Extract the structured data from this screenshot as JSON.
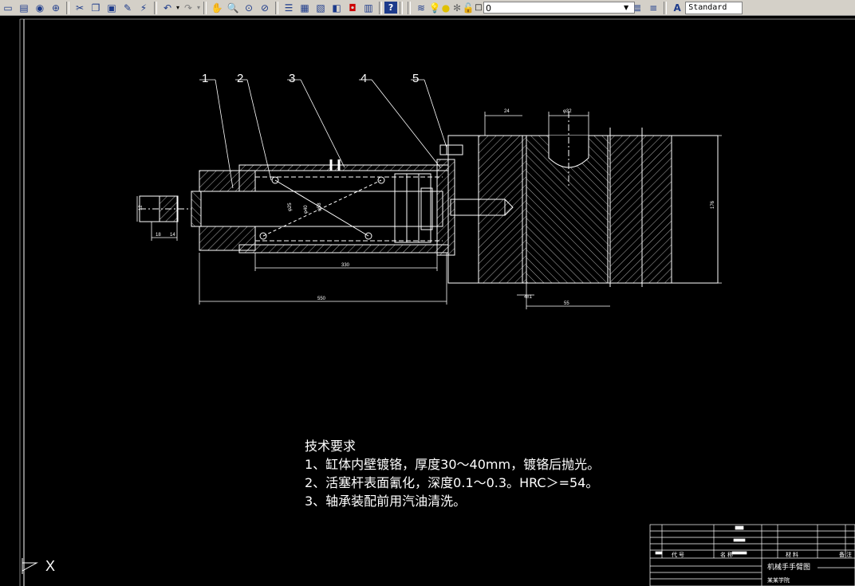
{
  "toolbar": {
    "icons": [
      "new-icon",
      "open-icon",
      "save-icon",
      "plot-icon",
      "cut-icon",
      "copy-icon",
      "paste-icon",
      "match-properties-icon",
      "brush-icon",
      "undo-icon",
      "redo-icon",
      "pan-icon",
      "zoom-realtime-icon",
      "zoom-window-icon",
      "zoom-previous-icon",
      "properties-icon",
      "design-center-icon",
      "tool-palette-icon",
      "sheetset-icon",
      "markup-icon",
      "calculator-icon",
      "help-icon",
      "layer-manager-icon",
      "lightbulb-icon",
      "sun-icon",
      "freeze-icon",
      "lock-icon",
      "color-swatch-icon"
    ],
    "layer_name": "0",
    "text_style": "Standard"
  },
  "drawing": {
    "balloons": [
      "1",
      "2",
      "3",
      "4",
      "5"
    ],
    "dims": {
      "top_left": "24",
      "top_right": "φ32",
      "bottom_left": "550",
      "bottom_mid": "330",
      "bottom_small": "4±1",
      "bottom_right": "55",
      "right_vertical": "176",
      "rod_left": "12",
      "rod_bottom_a": "18",
      "rod_bottom_b": "14",
      "bore_a": "φ25",
      "bore_b": "φ40",
      "bore_c": "φ58"
    },
    "tech_requirements": {
      "title": "技术要求",
      "items": [
        "1、缸体内壁镀铬，厚度30～40mm，镀铬后抛光。",
        "2、活塞杆表面氰化，深度0.1～0.3。HRC＞=54。",
        "3、轴承装配前用汽油清洗。"
      ]
    },
    "title_block": {
      "drawing_name": "机械手手臂图",
      "col_code": "代 号",
      "col_name": "名 称",
      "col_material": "材 料",
      "col_remark": "备 注",
      "school": "某某学院"
    },
    "ucs_label": "X"
  },
  "colors": {
    "background": "#000000",
    "lines": "#ffffff",
    "toolbar": "#d4d0c8"
  }
}
